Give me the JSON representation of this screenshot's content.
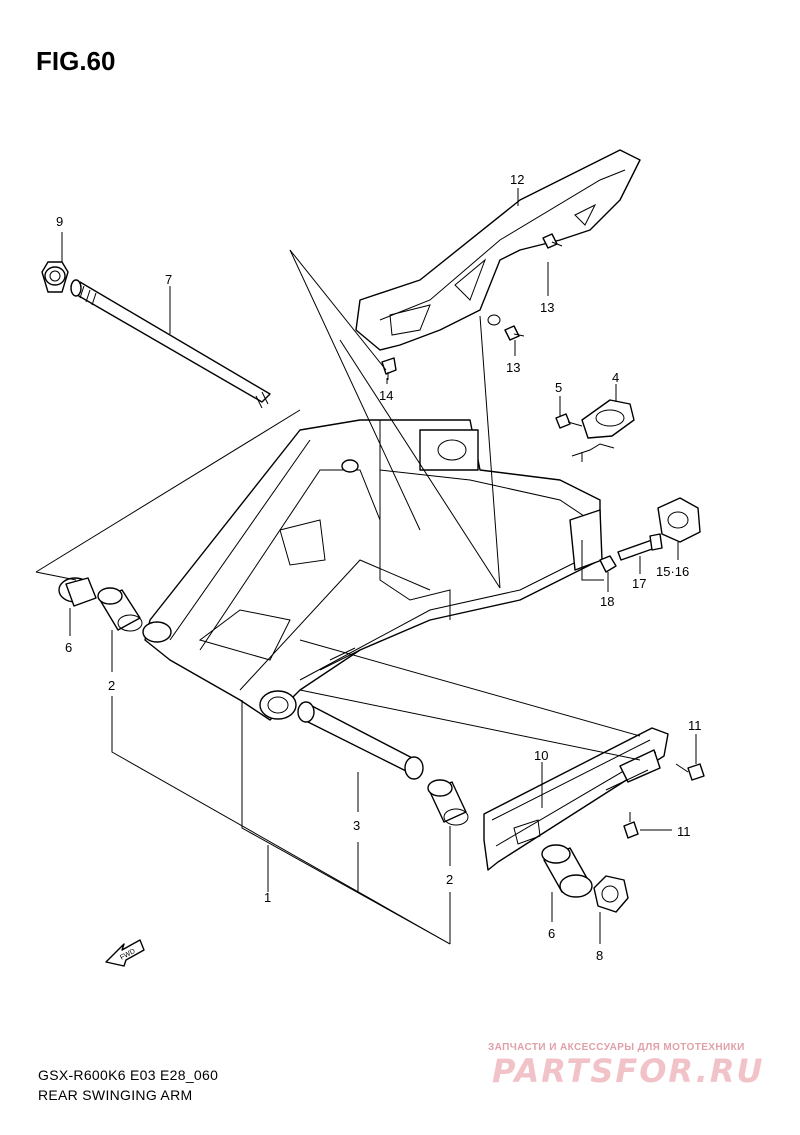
{
  "figure": {
    "title": "FIG.60",
    "model_code": "GSX-R600K6 E03 E28_060",
    "diagram_title": "REAR SWINGING ARM"
  },
  "callouts": {
    "c1": "1",
    "c2a": "2",
    "c2b": "2",
    "c3": "3",
    "c4": "4",
    "c5": "5",
    "c6a": "6",
    "c6b": "6",
    "c7": "7",
    "c8": "8",
    "c9": "9",
    "c10": "10",
    "c11a": "11",
    "c11b": "11",
    "c12": "12",
    "c13a": "13",
    "c13b": "13",
    "c14": "14",
    "c15_16": "15·16",
    "c17": "17",
    "c18": "18"
  },
  "fwd_arrow": {
    "label": "FWD",
    "icon": "fwd-arrow-icon"
  },
  "watermark": {
    "subtitle": "ЗАПЧАСТИ И АКСЕССУАРЫ ДЛЯ МОТОТЕХНИКИ",
    "logo": "PARTSFOR.RU",
    "color": "#f1c2c8"
  }
}
